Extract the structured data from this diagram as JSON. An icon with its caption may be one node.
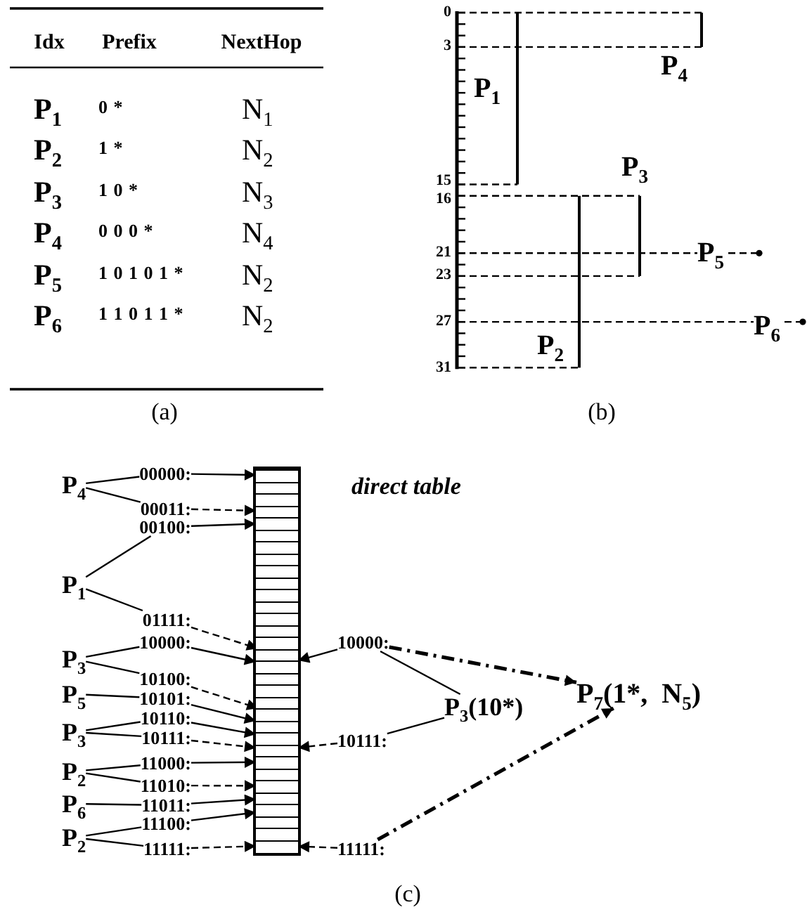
{
  "diagram": {
    "nodes": [
      {
        "text": [],
        "shape": "box"
      },
      {
        "text": [],
        "shape": "box",
        "in": 0
      },
      {
        "text": [],
        "shape": "box",
        "in": 0
      },
      {
        "text": [],
        "shape": "box",
        "in": 0
      },
      {
        "text": [],
        "shape": "box",
        "in": 0
      },
      {
        "text": [],
        "shape": "box",
        "in": 0
      },
      {
        "text": [],
        "shape": "box",
        "in": 0
      },
      {
        "text": [],
        "shape": "box",
        "in": 0
      },
      {
        "text": [],
        "shape": "box",
        "in": 0
      },
      {
        "text": [],
        "shape": "box",
        "in": 0
      },
      {
        "text": [],
        "shape": "box",
        "in": 0
      },
      {
        "text": [],
        "shape": "box",
        "in": 0
      },
      {
        "text": [],
        "shape": "box",
        "in": 0
      },
      {
        "text": [],
        "shape": "box",
        "in": 0
      },
      {
        "text": [],
        "shape": "box",
        "in": 0
      },
      {
        "text": [],
        "shape": "box",
        "in": 0
      },
      {
        "text": [],
        "shape": "box",
        "in": 0
      },
      {
        "text": [],
        "shape": "box",
        "in": 0
      },
      {
        "text": [],
        "shape": "box",
        "in": 0
      },
      {
        "text": [],
        "shape": "box",
        "in": 0
      },
      {
        "text": [],
        "shape": "box",
        "in": 0
      },
      {
        "text": [],
        "shape": "box",
        "in": 0
      },
      {
        "text": [],
        "shape": "box",
        "in": 0
      },
      {
        "text": [],
        "shape": "box",
        "in": 0
      },
      {
        "text": [],
        "shape": "box",
        "in": 0
      },
      {
        "text": [],
        "shape": "box",
        "in": 0
      },
      {
        "text": [],
        "shape": "box",
        "in": 0
      },
      {
        "text": [],
        "shape": "box",
        "in": 0
      },
      {
        "text": [],
        "shape": "box",
        "in": 0
      },
      {
        "text": [],
        "shape": "box",
        "in": 0
      },
      {
        "text": [],
        "shape": "box",
        "in": 0
      },
      {
        "text": [],
        "shape": "box",
        "in": 0
      },
      {
        "text": [],
        "shape": "box",
        "in": 0
      },
      {
        "text": [
          "P$_{4}$"
        ]
      },
      {
        "text": [
          "00000:"
        ]
      },
      {
        "text": [
          "00011:"
        ]
      },
      {
        "text": [
          "00100:"
        ]
      },
      {
        "text": [
          "P$_{1}$"
        ]
      },
      {
        "text": [
          "01111:"
        ]
      },
      {
        "text": [
          "P$_{3}$"
        ]
      },
      {
        "text": [
          "10000:"
        ]
      },
      {
        "text": [
          "10100:"
        ]
      },
      {
        "text": [
          "P$_{5}$"
        ]
      },
      {
        "text": [
          "10101:"
        ]
      },
      {
        "text": [
          "P$_{3}$"
        ]
      },
      {
        "text": [
          "10110:"
        ]
      },
      {
        "text": [
          "10111:"
        ]
      },
      {
        "text": [
          "P$_{2}$"
        ]
      },
      {
        "text": [
          "11000:"
        ]
      },
      {
        "text": [
          "11010:"
        ]
      },
      {
        "text": [
          "P$_{6}$"
        ]
      },
      {
        "text": [
          "11011:"
        ]
      },
      {
        "text": [
          "P$_{2}$"
        ]
      },
      {
        "text": [
          "11100:"
        ]
      },
      {
        "text": [
          "11111:"
        ]
      },
      {
        "text": [
          "10000:"
        ]
      },
      {
        "text": [
          "P$_{3}$(10*)"
        ]
      },
      {
        "text": [
          "P$_{7}$(1*,  N$_{5}$)"
        ]
      },
      {
        "text": [
          "10111:"
        ]
      },
      {
        "text": [
          "11111:"
        ]
      }
    ],
    "edges": [
      {
        "from": 33,
        "to": 34,
        "arrow": "none"
      },
      {
        "from": 33,
        "to": 35,
        "arrow": "none"
      },
      {
        "from": 37,
        "to": 36,
        "arrow": "none"
      },
      {
        "from": 37,
        "to": 38,
        "arrow": "none"
      },
      {
        "from": 39,
        "to": 40,
        "arrow": "none"
      },
      {
        "from": 39,
        "to": 41,
        "arrow": "none"
      },
      {
        "from": 42,
        "to": 43,
        "arrow": "none"
      },
      {
        "from": 44,
        "to": 45,
        "arrow": "none"
      },
      {
        "from": 44,
        "to": 46,
        "arrow": "none"
      },
      {
        "from": 47,
        "to": 48,
        "arrow": "none"
      },
      {
        "from": 47,
        "to": 49,
        "arrow": "none"
      },
      {
        "from": 50,
        "to": 51,
        "arrow": "none"
      },
      {
        "from": 52,
        "to": 53,
        "arrow": "none"
      },
      {
        "from": 52,
        "to": 54,
        "arrow": "none"
      },
      {
        "from": 34,
        "to": 1,
        "arrow": "to"
      },
      {
        "from": 35,
        "to": 4,
        "arrow": "to",
        "style": "dashed"
      },
      {
        "from": 36,
        "to": 5,
        "arrow": "to"
      },
      {
        "from": 38,
        "to": 16,
        "arrow": "to",
        "style": "dashed"
      },
      {
        "from": 40,
        "to": 17,
        "arrow": "to"
      },
      {
        "from": 41,
        "to": 21,
        "arrow": "to",
        "style": "dashed"
      },
      {
        "from": 43,
        "to": 22,
        "arrow": "to"
      },
      {
        "from": 45,
        "to": 23,
        "arrow": "to"
      },
      {
        "from": 46,
        "to": 24,
        "arrow": "to",
        "style": "dashed"
      },
      {
        "from": 48,
        "to": 25,
        "arrow": "to"
      },
      {
        "from": 49,
        "to": 27,
        "arrow": "to",
        "style": "dashed"
      },
      {
        "from": 51,
        "to": 28,
        "arrow": "to"
      },
      {
        "from": 53,
        "to": 29,
        "arrow": "to"
      },
      {
        "from": 54,
        "to": 32,
        "arrow": "to",
        "style": "dashed"
      },
      {
        "from": 55,
        "to": 17,
        "arrow": "to"
      },
      {
        "from": 58,
        "to": 24,
        "arrow": "to",
        "style": "dashed"
      },
      {
        "from": 59,
        "to": 32,
        "arrow": "to",
        "style": "dashed"
      },
      {
        "from": 56,
        "to": 55,
        "arrow": "none"
      },
      {
        "from": 56,
        "to": 58,
        "arrow": "none"
      },
      {
        "from": 55,
        "to": 57,
        "arrow": "to",
        "style": "dashed"
      },
      {
        "from": 59,
        "to": 57,
        "arrow": "to",
        "style": "dashed"
      }
    ],
    "labels": [
      "Idx",
      "Prefix",
      "NextHop",
      "P$_{1}$",
      "0 *",
      "N$_{1}$",
      "P$_{2}$",
      "1 *",
      "N$_{2}$",
      "P$_{3}$",
      "1 0 *",
      "N$_{3}$",
      "P$_{4}$",
      "0 0 0 *",
      "N$_{4}$",
      "P$_{5}$",
      "1 0 1 0 1 *",
      "N$_{2}$",
      "P$_{6}$",
      "1 1 0 1 1 *",
      "N$_{2}$",
      "(a)",
      "0",
      "3",
      "P$_{4}$",
      "P$_{1}$",
      "P$_{3}$",
      "15",
      "16",
      "21",
      "P$_{5}$",
      "23",
      "27",
      "P$_{6}$",
      "P$_{2}$",
      "31",
      "(b)",
      "direct table",
      "(c)"
    ]
  }
}
